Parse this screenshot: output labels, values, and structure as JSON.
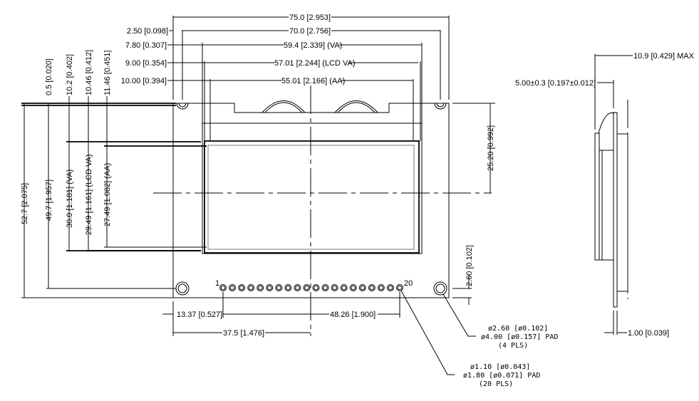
{
  "front_view": {
    "horizontal_dims": {
      "overall_width": "75.0 [2.953]",
      "hole_pitch": "70.0 [2.756]",
      "va_width": "59.4 [2.339] (VA)",
      "lcd_va_width": "57.01 [2.244] (LCD VA)",
      "aa_width": "55.01 [2.166] (AA)",
      "hole_offset": "2.50 [0.098]",
      "va_offset": "7.80 [0.307]",
      "lcd_va_offset": "9.00 [0.354]",
      "aa_offset": "10.00 [0.394]"
    },
    "vertical_dims": {
      "top_offset_a": "0.5 [0.020]",
      "top_offset_b": "10.2 [0.402]",
      "top_offset_c": "10.46 [0.412]",
      "top_offset_d": "11.46 [0.451]",
      "overall_height": "52.7 [2.075]",
      "hole_pitch_v": "49.7 [1.957]",
      "va_height": "30.0 [1.181] (VA)",
      "lcd_va_height": "29.49 [1.161] (LCD VA)",
      "aa_height": "27.49 [1.082] (AA)",
      "center_from_top": "25.20 [0.992]",
      "hole_from_bottom": "2.60 [0.102]"
    },
    "bottom_dims": {
      "pin1_offset": "13.37 [0.527]",
      "pin_span": "48.26 [1.900]",
      "center_offset": "37.5 [1.476]"
    },
    "pins": {
      "first_label": "1",
      "last_label": "20",
      "count": 20
    },
    "callouts": {
      "mount_hole": [
        "ø2.60 [ø0.102]",
        "ø4.00 [ø0.157] PAD",
        "(4 PLS)"
      ],
      "pin_hole": [
        "ø1.10 [ø0.043]",
        "ø1.80 [ø0.071] PAD",
        "(20 PLS)"
      ]
    }
  },
  "side_view": {
    "max_thickness": "10.9 [0.429] MAX",
    "lcd_thickness": "5.00±0.3 [0.197±0.012]",
    "pcb_thickness": "1.00 [0.039]"
  }
}
